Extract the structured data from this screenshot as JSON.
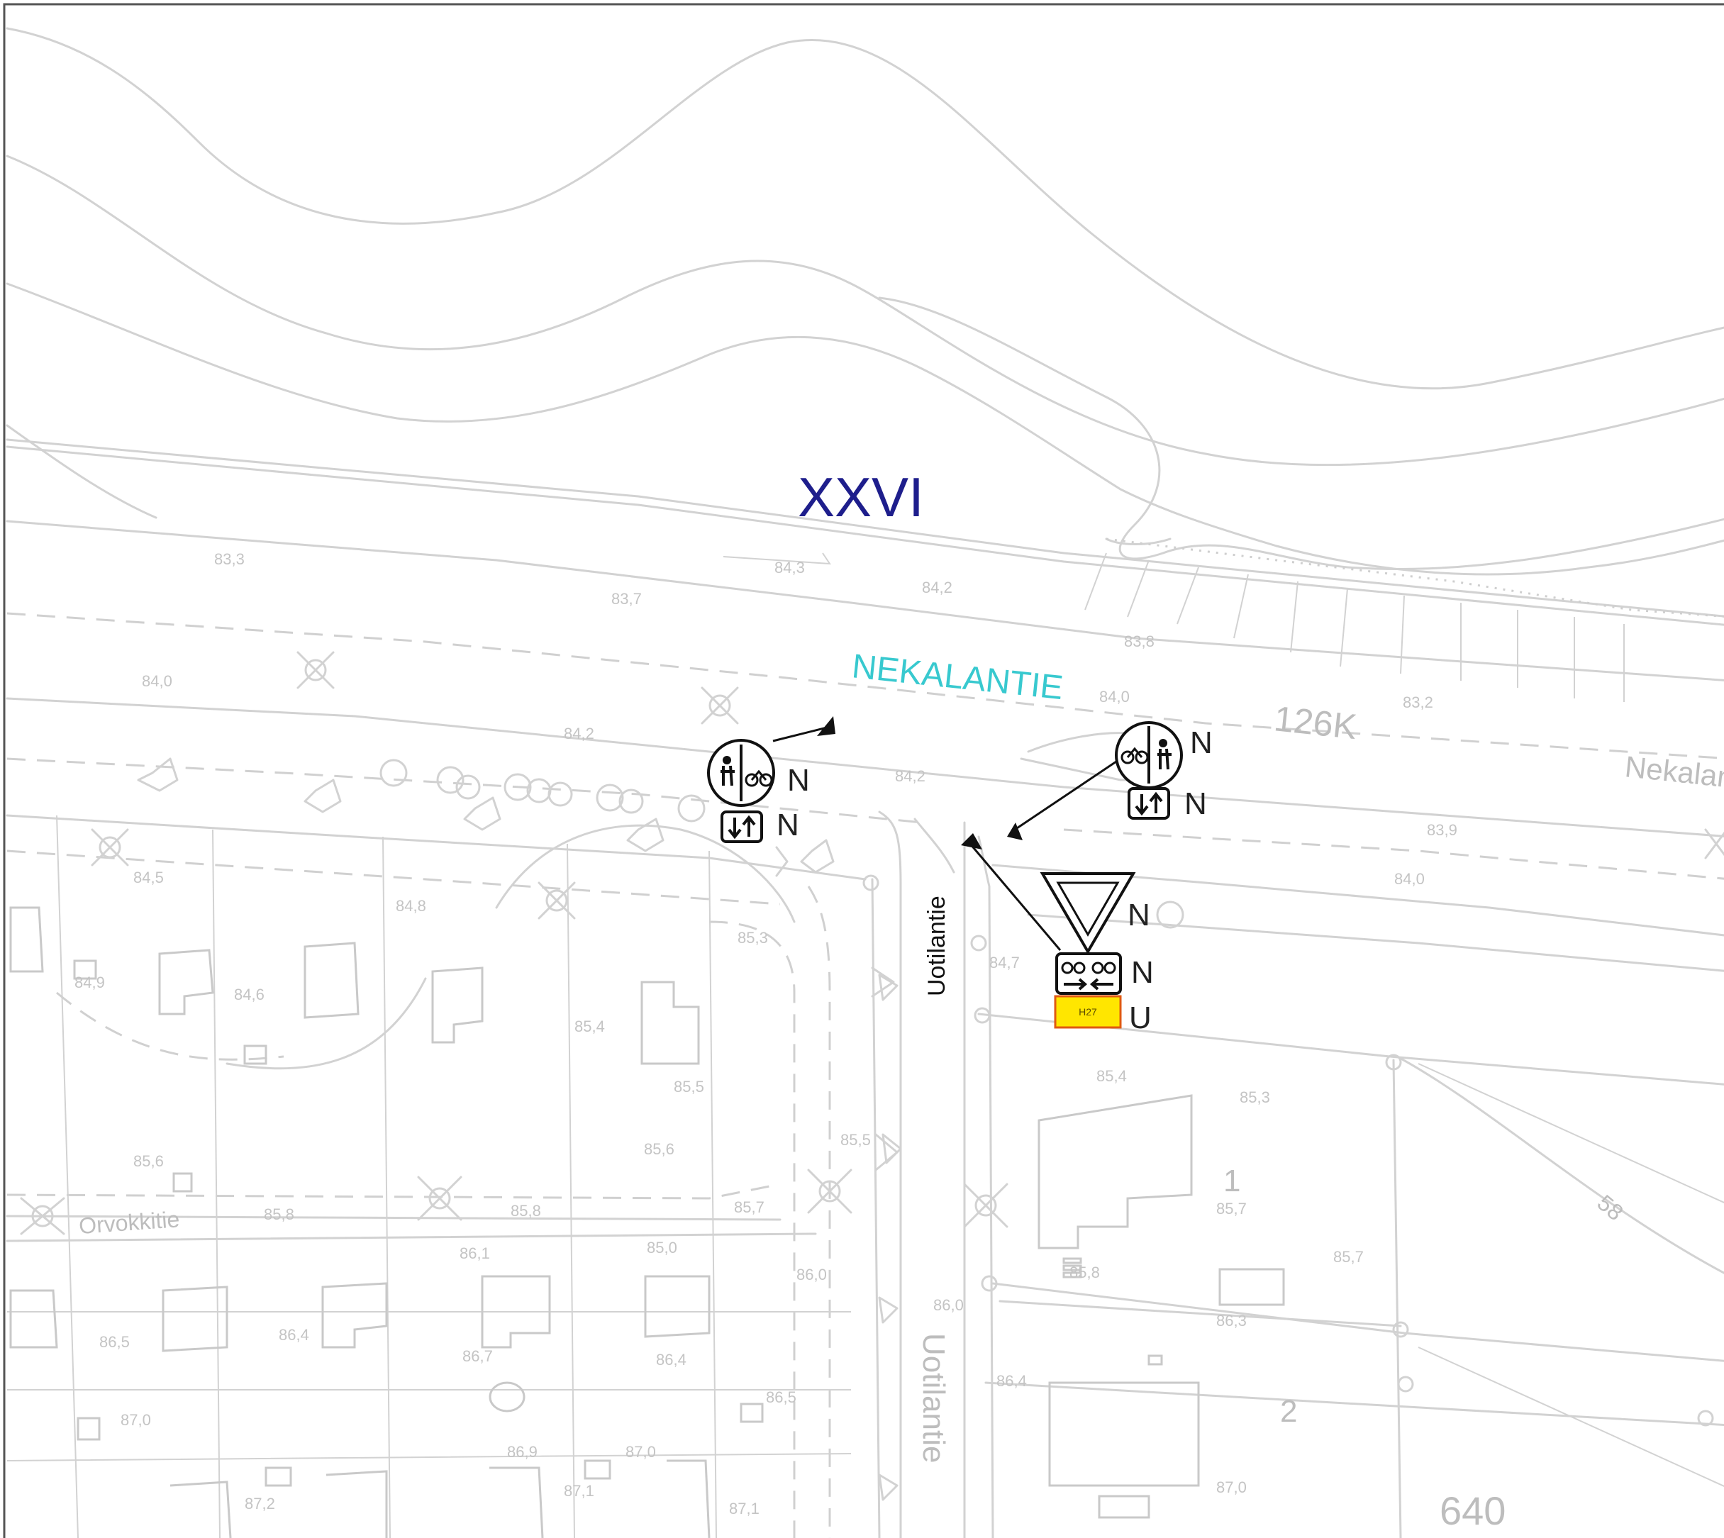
{
  "labels": {
    "district": "XXVI",
    "street_main": "NEKALANTIE",
    "street_main_alt": "Nekalan",
    "street_side": "Uotilantie",
    "street_side_lower": "Uotilantie",
    "street_lower_left": "Orvokkitie",
    "block_code": "126K",
    "block_number": "640",
    "plot_1": "1",
    "plot_2": "2",
    "corner_number": "58"
  },
  "elevations": [
    "83,3",
    "84,3",
    "83,7",
    "84,2",
    "83,8",
    "84,0",
    "84,2",
    "84,2",
    "84,0",
    "83,2",
    "83,9",
    "84,0",
    "84,5",
    "84,8",
    "85,3",
    "84,9",
    "84,6",
    "85,4",
    "85,5",
    "85,6",
    "85,5",
    "85,6",
    "85,8",
    "85,7",
    "85,8",
    "86,1",
    "85,0",
    "86,0",
    "86,0",
    "85,4",
    "85,3",
    "85,7",
    "85,7",
    "85,8",
    "86,3",
    "86,4",
    "86,5",
    "86,4",
    "86,7",
    "86,4",
    "86,5",
    "87,0",
    "86,9",
    "87,0",
    "87,1",
    "87,1",
    "87,2",
    "87,0",
    "84,7"
  ],
  "signs": [
    {
      "id": "sign-left",
      "type": "segregated-path-bike-pedestrian",
      "suffix": "N",
      "sub_suffix": "N"
    },
    {
      "id": "sign-right",
      "type": "segregated-path-bike-pedestrian",
      "suffix": "N",
      "sub_suffix": "N"
    },
    {
      "id": "sign-yield",
      "type": "yield",
      "suffix": "N"
    },
    {
      "id": "sign-bike-both",
      "type": "bicycles-both-directions",
      "suffix": "N"
    },
    {
      "id": "sign-plate",
      "type": "yellow-plate",
      "text": "H27",
      "suffix": "U"
    }
  ],
  "colors": {
    "background": "#ffffff",
    "base_lines": "#d2d2d2",
    "district_label": "#1e1e8c",
    "street_label": "#38c9cf",
    "sign_ink": "#111111",
    "plate_fill": "#ffe600",
    "plate_border": "#e05a10"
  }
}
